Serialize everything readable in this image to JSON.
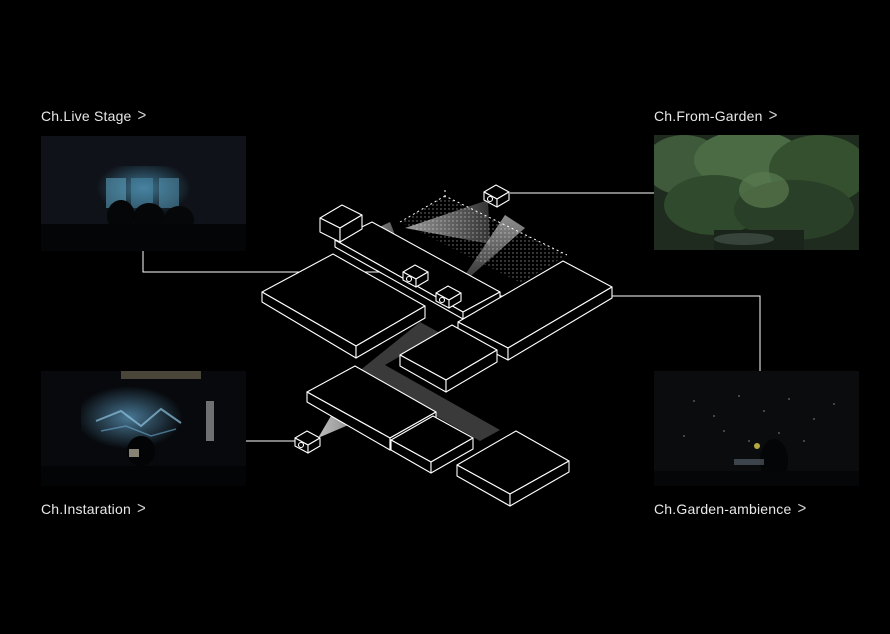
{
  "channels": {
    "live_stage": {
      "label": "Ch.Live Stage",
      "chevron": ">"
    },
    "from_garden": {
      "label": "Ch.From-Garden",
      "chevron": ">"
    },
    "instaration": {
      "label": "Ch.Instaration",
      "chevron": ">"
    },
    "garden_ambience": {
      "label": "Ch.Garden-ambience",
      "chevron": ">"
    }
  },
  "colors": {
    "background": "#000000",
    "line": "#ffffff",
    "label": "#e8e8e8"
  },
  "icons": {
    "camera": "camera-icon",
    "projector": "projector-icon",
    "chevron": "chevron-right-icon"
  }
}
